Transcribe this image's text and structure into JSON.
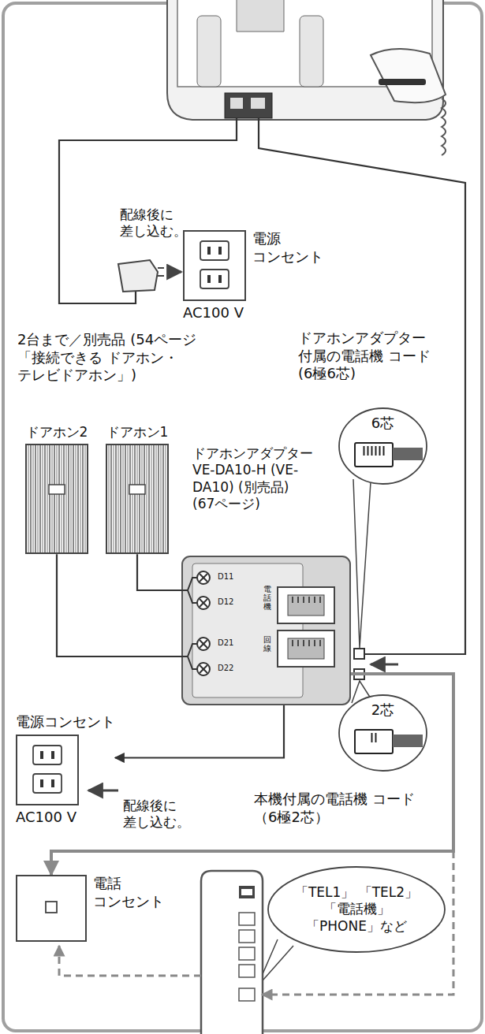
{
  "diagram": {
    "nodes": [
      {
        "text": [
          "電源 コンセント",
          "AC100 V"
        ]
      },
      {
        "text": [
          "6芯"
        ]
      },
      {
        "text": [
          "ドアホン2"
        ]
      },
      {
        "text": [
          "ドアホン1"
        ]
      },
      {
        "text": [
          "ドアホンアダプター VE-DA10-H (VE-DA10) (別売品)(67ページ)"
        ]
      },
      {
        "text": [
          "2芯"
        ]
      },
      {
        "text": [
          "電源コンセント",
          "AC100 V"
        ]
      },
      {
        "text": [
          "電話 コンセント"
        ]
      },
      {
        "text": [
          "「TEL1」 「TEL2」「電話機」 「PHONE」など"
        ]
      }
    ],
    "edges": [
      {
        "from": 3,
        "to": 4,
        "arrow": "none"
      },
      {
        "from": 2,
        "to": 4,
        "arrow": "none"
      },
      {
        "from": 4,
        "to": 6,
        "arrow": "to"
      },
      {
        "from": 4,
        "to": 7,
        "arrow": "to"
      }
    ],
    "labels": [
      "配線後に 差し込む。",
      "2台まで／別売品 (54ページ「接続できる ドアホン・テレビドアホン」)",
      "ドアホンアダプター 付属の電話機 コード(6極6芯)",
      "D11",
      "D12",
      "D21",
      "D22",
      "電話機",
      "回線",
      "配線後に 差し込む。",
      "本機付属の電話機 コード（6極2芯）"
    ]
  }
}
